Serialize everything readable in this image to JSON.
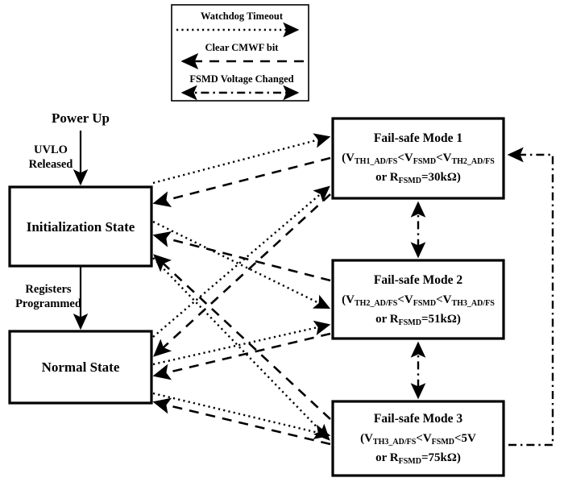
{
  "legend": {
    "entries": [
      {
        "id": "watchdog-timeout",
        "label": "Watchdog Timeout",
        "style": "dotted",
        "direction": "right"
      },
      {
        "id": "clear-cmwf-bit",
        "label": "Clear CMWF bit",
        "style": "dashed",
        "direction": "left"
      },
      {
        "id": "fsmd-voltage-changed",
        "label": "FSMD Voltage Changed",
        "style": "dash-dot",
        "direction": "both"
      }
    ]
  },
  "entry": {
    "source_label": "Power Up",
    "transition_label_line1": "UVLO",
    "transition_label_line2": "Released"
  },
  "transitions": {
    "init_to_normal_line1": "Registers",
    "init_to_normal_line2": "Programmed"
  },
  "states": {
    "initialization": {
      "label": "Initialization State"
    },
    "normal": {
      "label": "Normal State"
    },
    "mode1": {
      "title": "Fail-safe Mode 1",
      "cond_open": "(V",
      "cond_sub1": "TH1_AD/FS",
      "cond_lt1": "<V",
      "cond_sub2": "FSMD",
      "cond_lt2": "<V",
      "cond_sub3": "TH2_AD/FS",
      "cond_line2_pre": "or R",
      "cond_line2_sub": "FSMD",
      "cond_line2_post": "=30kΩ)"
    },
    "mode2": {
      "title": "Fail-safe Mode 2",
      "cond_open": "(V",
      "cond_sub1": "TH2_AD/FS",
      "cond_lt1": "<V",
      "cond_sub2": "FSMD",
      "cond_lt2": "<V",
      "cond_sub3": "TH3_AD/FS",
      "cond_line2_pre": "or R",
      "cond_line2_sub": "FSMD",
      "cond_line2_post": "=51kΩ)"
    },
    "mode3": {
      "title": "Fail-safe Mode 3",
      "cond_open": "(V",
      "cond_sub1": "TH3_AD/FS",
      "cond_lt1": "<V",
      "cond_sub2": "FSMD",
      "cond_lt2": "<5V",
      "cond_sub3": "",
      "cond_line2_pre": "or R",
      "cond_line2_sub": "FSMD",
      "cond_line2_post": "=75kΩ)"
    }
  },
  "colors": {
    "stroke": "#000000",
    "background": "#ffffff"
  }
}
